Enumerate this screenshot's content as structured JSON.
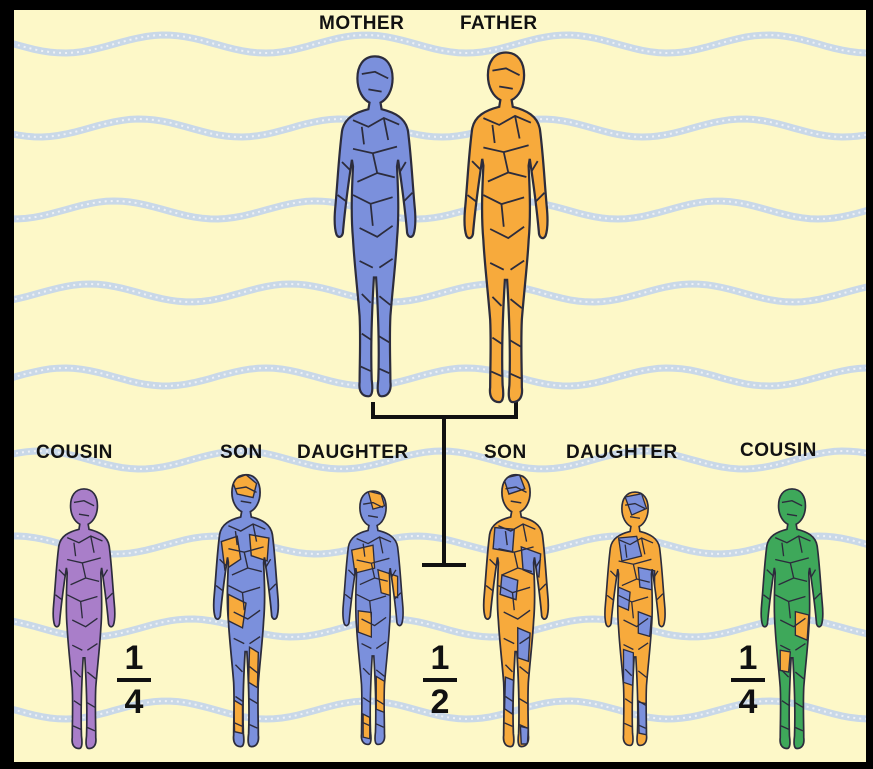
{
  "labels": {
    "mother": "MOTHER",
    "father": "FATHER",
    "cousin_left": "COUSIN",
    "son_left": "SON",
    "daughter_left": "DAUGHTER",
    "son_right": "SON",
    "daughter_right": "DAUGHTER",
    "cousin_right": "COUSIN"
  },
  "fractions": {
    "left": {
      "numerator": "1",
      "denominator": "4"
    },
    "center": {
      "numerator": "1",
      "denominator": "2"
    },
    "right": {
      "numerator": "1",
      "denominator": "4"
    }
  },
  "colors": {
    "background": "#fdf8c8",
    "wave": "#c9d8e8",
    "mother_blue": "#7b90dc",
    "father_orange": "#f7aa3c",
    "cousin_left_purple": "#a97ec9",
    "cousin_right_green": "#3ea85a",
    "outline": "#2c2c3c"
  }
}
